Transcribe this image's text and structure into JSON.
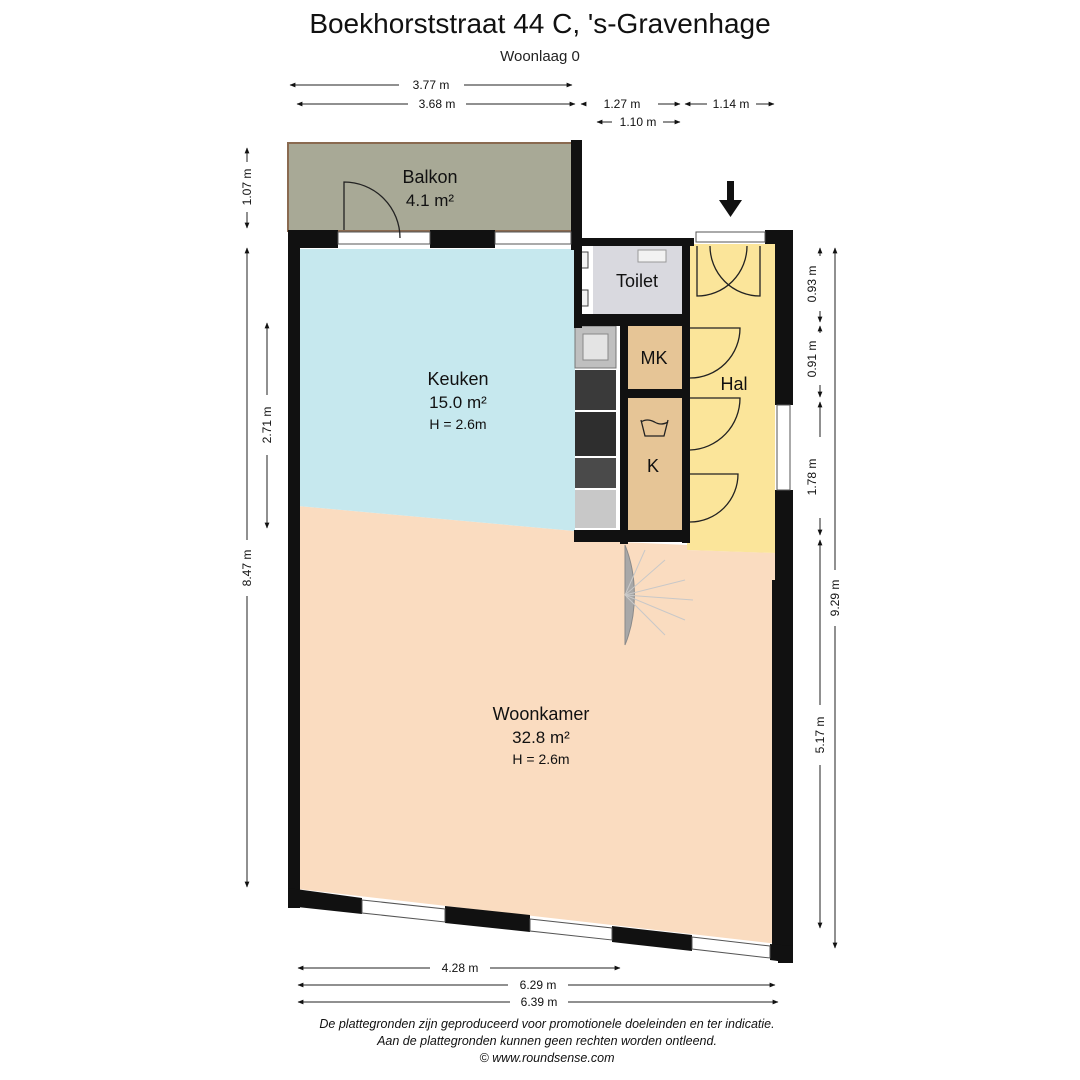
{
  "header": {
    "title": "Boekhorststraat 44 C, 's-Gravenhage",
    "subtitle": "Woonlaag 0"
  },
  "rooms": {
    "balkon": {
      "name": "Balkon",
      "area": "4.1 m²"
    },
    "keuken": {
      "name": "Keuken",
      "area": "15.0 m²",
      "height": "H = 2.6m"
    },
    "toilet": {
      "name": "Toilet"
    },
    "mk": {
      "name": "MK"
    },
    "k": {
      "name": "K"
    },
    "hal": {
      "name": "Hal"
    },
    "woonkamer": {
      "name": "Woonkamer",
      "area": "32.8 m²",
      "height": "H = 2.6m"
    }
  },
  "dimensions": {
    "top_balkon_width": "3.77 m",
    "top_keuken_width": "3.68 m",
    "top_toilet_width": "1.27 m",
    "top_hal_width": "1.14 m",
    "top_toilet_inner": "1.10 m",
    "left_balkon_depth": "1.07 m",
    "left_keuken_depth": "2.71 m",
    "left_total_depth": "8.47 m",
    "right_toilet_depth": "0.93 m",
    "right_mk_depth": "0.91 m",
    "right_k_depth": "1.78 m",
    "right_woonkamer_depth": "5.17 m",
    "right_total_depth": "9.29 m",
    "bottom_woonkamer_inner": "4.28 m",
    "bottom_inner_width": "6.29 m",
    "bottom_total_width": "6.39 m"
  },
  "colors": {
    "keuken": "#c6e8ee",
    "woonkamer": "#fadcc0",
    "hal": "#fbe59a",
    "toilet": "#d9d9df",
    "storage": "#e6c596",
    "balkon": "#a8a996",
    "wall": "#111111",
    "stair": "#a8a8a8"
  },
  "footer": {
    "line1": "De plattegronden zijn geproduceerd voor promotionele doeleinden en ter indicatie.",
    "line2": "Aan de plattegronden kunnen geen rechten worden ontleend.",
    "line3": "© www.roundsense.com"
  }
}
